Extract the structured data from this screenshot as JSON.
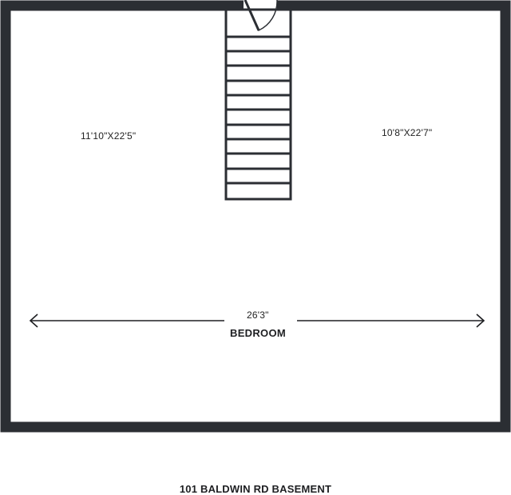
{
  "colors": {
    "wall": "#2b2e33",
    "floor": "#ffffff",
    "text": "#1e1f22"
  },
  "labels": {
    "left_room_dims": "11'10\"X22'5\"",
    "right_room_dims": "10'8\"X22'7\"",
    "width_dimension": "26'3\"",
    "room_name": "BEDROOM",
    "plan_title": "101 BALDWIN RD BASEMENT"
  },
  "icons": {
    "stairs": "stairs-icon",
    "door": "door-swing-icon",
    "dimension_arrow": "double-arrow-icon"
  }
}
